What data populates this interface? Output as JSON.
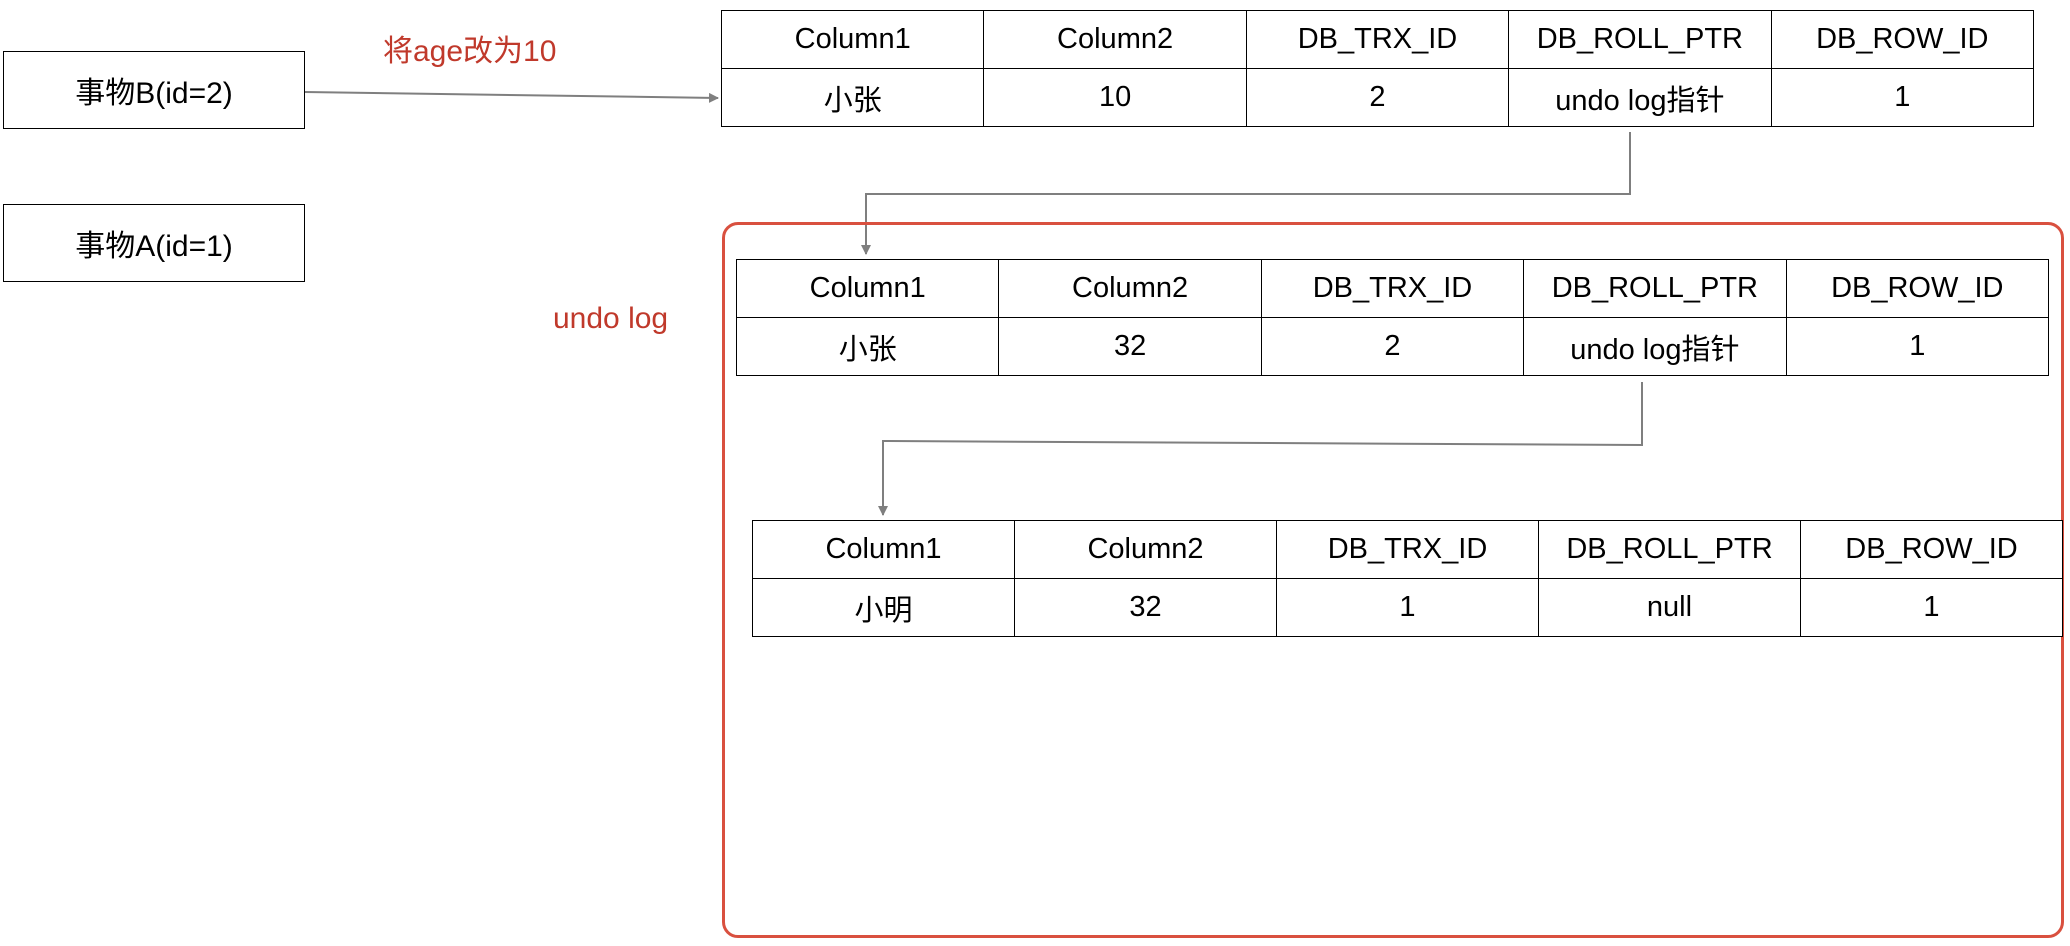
{
  "transactions": {
    "b_label": "事物B(id=2)",
    "a_label": "事物A(id=1)"
  },
  "annotations": {
    "update_note": "将age改为10",
    "undo_log_label": "undo log"
  },
  "headers": [
    "Column1",
    "Column2",
    "DB_TRX_ID",
    "DB_ROLL_PTR",
    "DB_ROW_ID"
  ],
  "current_row": {
    "values": [
      "小张",
      "10",
      "2",
      "undo log指针",
      "1"
    ]
  },
  "undo_rows": [
    {
      "values": [
        "小张",
        "32",
        "2",
        "undo log指针",
        "1"
      ]
    },
    {
      "values": [
        "小明",
        "32",
        "1",
        "null",
        "1"
      ]
    }
  ],
  "colors": {
    "annotation_text": "#c0392b",
    "undo_frame_border": "#d9503f",
    "connector": "#7f7f7f"
  }
}
